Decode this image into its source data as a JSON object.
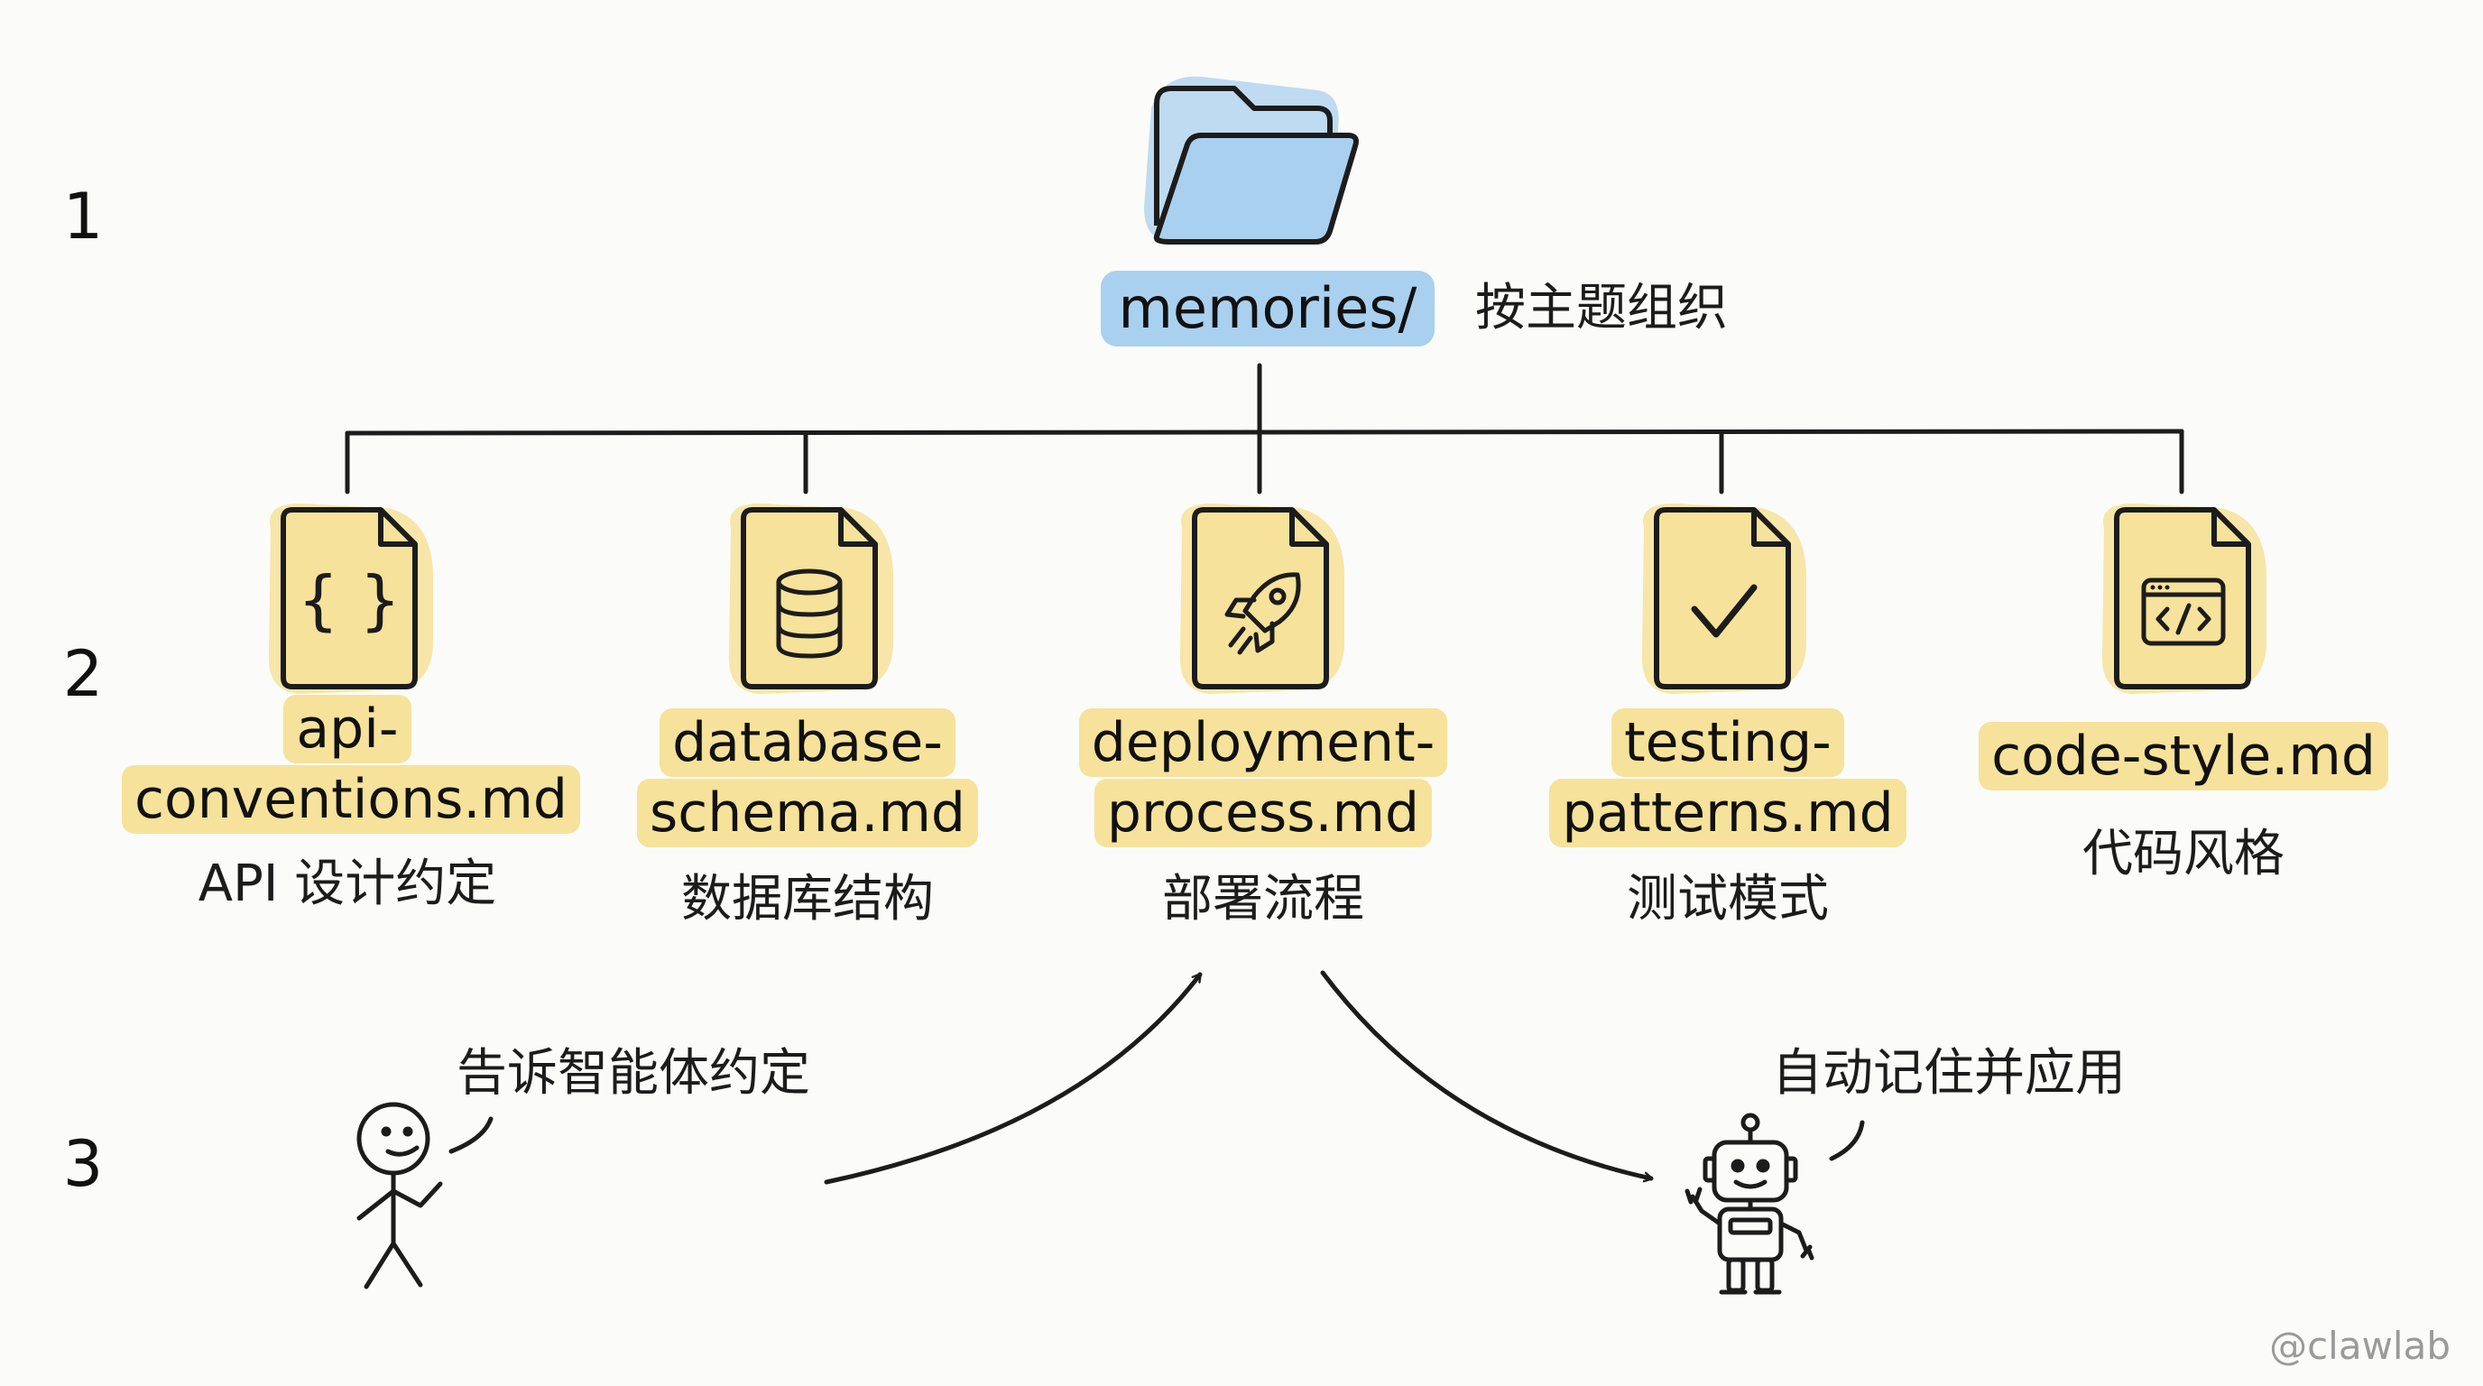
{
  "steps": [
    "1",
    "2",
    "3"
  ],
  "root": {
    "label": "memories/",
    "description": "按主题组织",
    "icon": "folder-icon"
  },
  "files": [
    {
      "name_lines": [
        "api-",
        "conventions.md"
      ],
      "description": "API 设计约定",
      "icon": "code-braces-icon"
    },
    {
      "name_lines": [
        "database-",
        "schema.md"
      ],
      "description": "数据库结构",
      "icon": "database-icon"
    },
    {
      "name_lines": [
        "deployment-",
        "process.md"
      ],
      "description": "部署流程",
      "icon": "rocket-icon"
    },
    {
      "name_lines": [
        "testing-",
        "patterns.md"
      ],
      "description": "测试模式",
      "icon": "checkmark-icon"
    },
    {
      "name_lines": [
        "code-style.md"
      ],
      "description": "代码风格",
      "icon": "code-window-icon"
    }
  ],
  "flow": {
    "person_says": "告诉智能体约定",
    "robot_says": "自动记住并应用",
    "person_icon": "stick-figure-icon",
    "robot_icon": "robot-icon"
  },
  "watermark": "@clawlab",
  "colors": {
    "folder_fill": "#a9d0ef",
    "file_fill": "#f6e29a",
    "stroke": "#1c1c1c",
    "background": "#fbfbf9"
  }
}
